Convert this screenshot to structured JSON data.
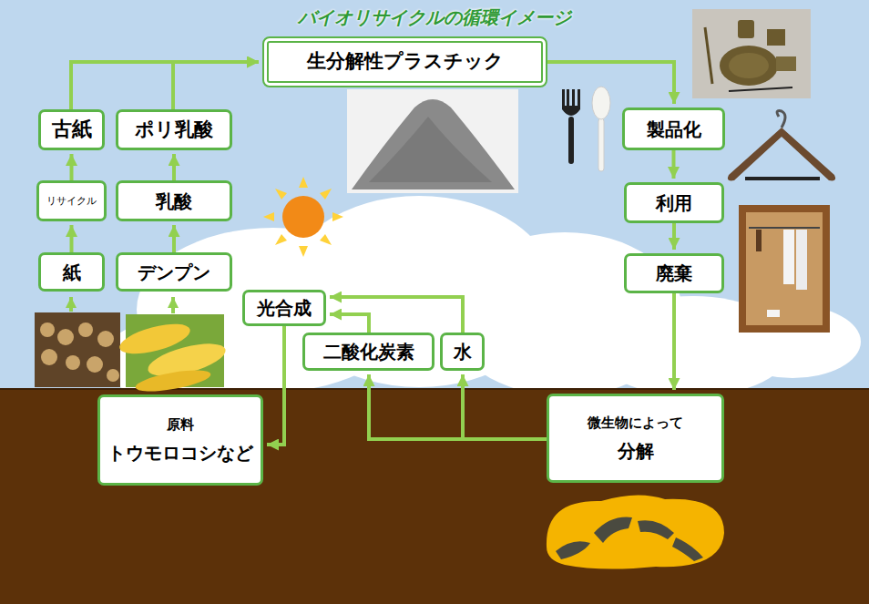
{
  "diagram": {
    "title": "バイオリサイクルの循環イメージ",
    "nodes": [
      {
        "text": [
          "生分解性プラスチック"
        ]
      },
      {
        "text": [
          "古紙"
        ]
      },
      {
        "text": [
          "ポリ乳酸"
        ]
      },
      {
        "text": [
          "製品化"
        ]
      },
      {
        "text": [
          "リサイクル"
        ]
      },
      {
        "text": [
          "乳酸"
        ]
      },
      {
        "text": [
          "利用"
        ]
      },
      {
        "text": [
          "紙"
        ]
      },
      {
        "text": [
          "デンプン"
        ]
      },
      {
        "text": [
          "廃棄"
        ]
      },
      {
        "text": [
          "光合成"
        ]
      },
      {
        "text": [
          "二酸化炭素"
        ]
      },
      {
        "text": [
          "水"
        ]
      },
      {
        "text": [
          "原料",
          "トウモロコシなど"
        ]
      },
      {
        "text": [
          "微生物によって",
          "分解"
        ]
      }
    ],
    "edges": [
      {
        "from": 7,
        "to": 4,
        "arrow": "to"
      },
      {
        "from": 4,
        "to": 1,
        "arrow": "to"
      },
      {
        "from": 1,
        "to": 0,
        "arrow": "to"
      },
      {
        "from": 2,
        "to": 0,
        "arrow": "to"
      },
      {
        "from": 8,
        "to": 5,
        "arrow": "to"
      },
      {
        "from": 5,
        "to": 2,
        "arrow": "to"
      },
      {
        "from": 0,
        "to": 3,
        "arrow": "to"
      },
      {
        "from": 3,
        "to": 6,
        "arrow": "to"
      },
      {
        "from": 6,
        "to": 9,
        "arrow": "to"
      },
      {
        "from": 9,
        "to": 14,
        "arrow": "to"
      },
      {
        "from": 14,
        "to": 11,
        "arrow": "to"
      },
      {
        "from": 14,
        "to": 12,
        "arrow": "to"
      },
      {
        "from": 11,
        "to": 10,
        "arrow": "to"
      },
      {
        "from": 12,
        "to": 10,
        "arrow": "to"
      },
      {
        "from": 10,
        "to": 13,
        "arrow": "to"
      }
    ]
  }
}
